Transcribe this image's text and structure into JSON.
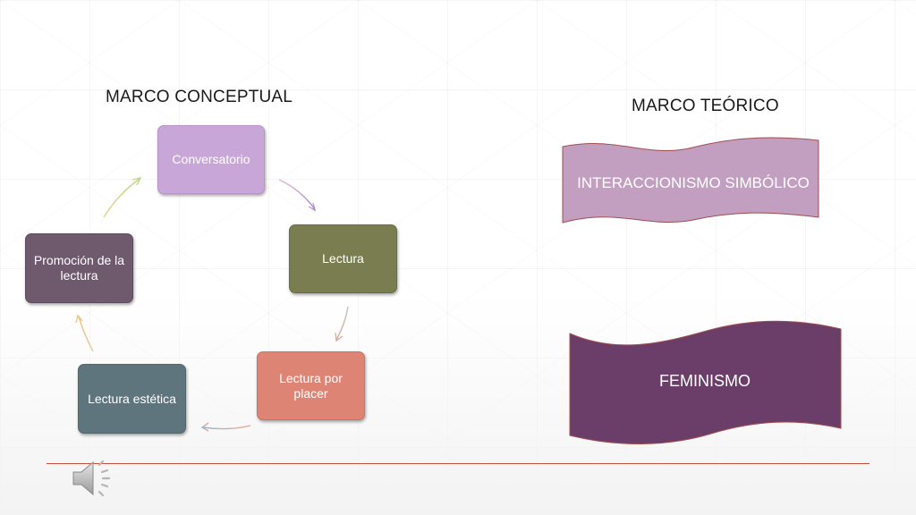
{
  "headings": {
    "conceptual": "MARCO CONCEPTUAL",
    "teorico": "MARCO TEÓRICO"
  },
  "cycle": {
    "items": [
      {
        "label": "Conversatorio",
        "color": "#c9a6d8"
      },
      {
        "label": "Lectura",
        "color": "#7a7d4f"
      },
      {
        "label": "Lectura por placer",
        "color": "#dd8474"
      },
      {
        "label": "Lectura estética",
        "color": "#5f757e"
      },
      {
        "label": "Promoción de la lectura",
        "color": "#6f5a6d"
      }
    ]
  },
  "banners": [
    {
      "label": "INTERACCIONISMO SIMBÓLICO",
      "color": "#c29fc0"
    },
    {
      "label": "FEMINISMO",
      "color": "#6b3e6a"
    }
  ],
  "icons": {
    "speaker": "speaker-icon"
  },
  "colors": {
    "footer_line": "#c9503b"
  }
}
